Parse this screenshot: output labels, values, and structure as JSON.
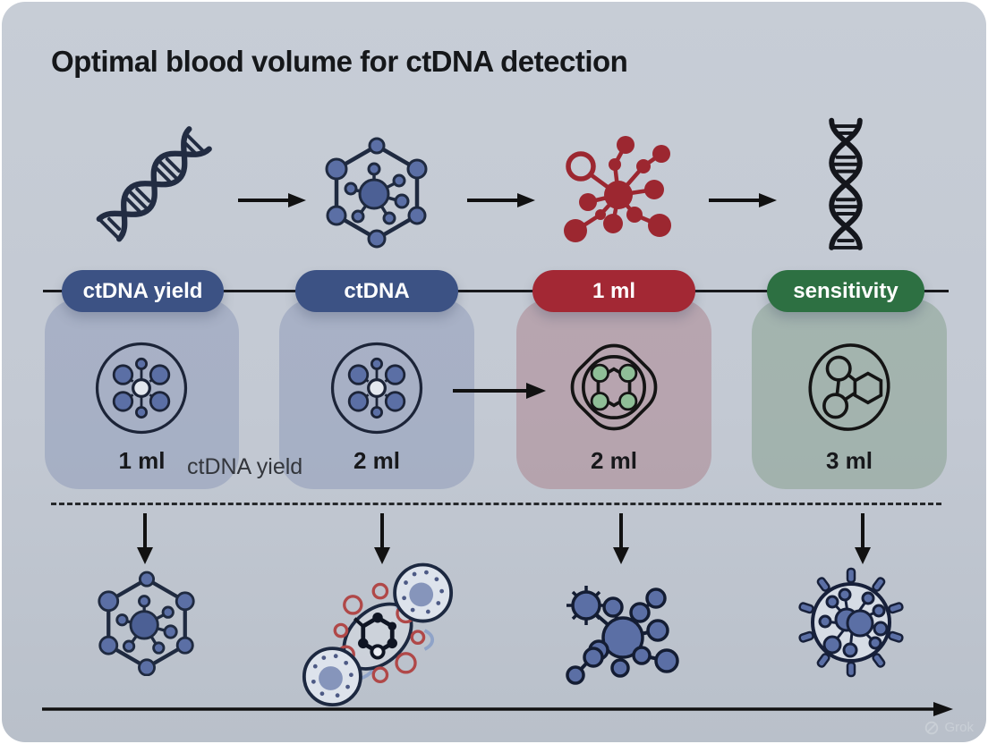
{
  "title": "Optimal blood volume for ctDNA detection",
  "colors": {
    "canvas_bg": "#c3c9d3",
    "frame_bg": "#ffffff",
    "ink": "#17181b",
    "navy_outline": "#1f2a40",
    "slate_blue_fill": "#5b6fa5",
    "red_accent": "#a32834",
    "green_accent": "#2d7042",
    "pill_blue": "#3c5284",
    "card_blue": "rgba(128,143,178,0.42)",
    "card_red": "rgba(164,106,116,0.38)",
    "card_green": "rgba(116,148,120,0.40)",
    "green_dot": "#8fbe97",
    "red_ring": "#b04848"
  },
  "top_flow": {
    "icons": [
      {
        "name": "dna-double-helix-diagonal"
      },
      {
        "name": "exosome-hexagon-molecule"
      },
      {
        "name": "ctdna-fragment-network-red"
      },
      {
        "name": "dna-double-helix-vertical"
      }
    ]
  },
  "stages": [
    {
      "pill_label": "ctDNA yield",
      "volume": "1 ml",
      "annotation": "ctDNA yield",
      "icon": "plasma-dna-cluster"
    },
    {
      "pill_label": "ctDNA",
      "volume": "2 ml",
      "icon": "plasma-dna-cluster"
    },
    {
      "pill_label": "1 ml",
      "volume": "2 ml",
      "icon": "tube-cross-section"
    },
    {
      "pill_label": "sensitivity",
      "volume": "3 ml",
      "icon": "molecule-structure"
    }
  ],
  "bottom_flow": {
    "icons": [
      {
        "name": "exosome-hexagon-molecule"
      },
      {
        "name": "cells-releasing-ctdna"
      },
      {
        "name": "ctdna-molecule-network"
      },
      {
        "name": "tumor-particle-spiked"
      }
    ]
  },
  "watermark": {
    "brand": "Grok"
  }
}
